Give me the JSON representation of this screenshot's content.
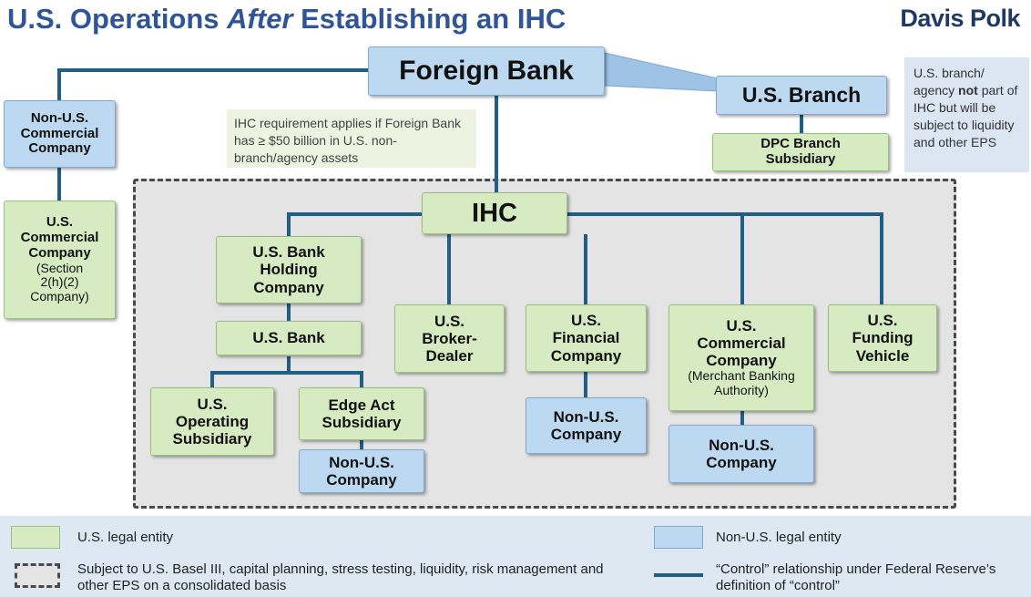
{
  "header": {
    "title_prefix": "U.S. Operations ",
    "title_emph": "After",
    "title_suffix": " Establishing an IHC",
    "brand": "Davis Polk"
  },
  "nodes": {
    "foreign_bank": "Foreign Bank",
    "us_branch": "U.S. Branch",
    "dpc_branch_sub": "DPC Branch\nSubsidiary",
    "nonus_commercial": "Non-U.S.\nCommercial\nCompany",
    "us_commercial_main": "U.S.\nCommercial\nCompany",
    "us_commercial_sub": "(Section\n2(h)(2)\nCompany)",
    "ihc": "IHC",
    "us_bhc": "U.S. Bank\nHolding\nCompany",
    "us_bank": "U.S. Bank",
    "us_operating_sub": "U.S.\nOperating\nSubsidiary",
    "edge_act_sub": "Edge Act\nSubsidiary",
    "nonus_company_edge": "Non-U.S.\nCompany",
    "us_broker_dealer": "U.S.\nBroker-\nDealer",
    "us_financial": "U.S.\nFinancial\nCompany",
    "nonus_company_fin": "Non-U.S.\nCompany",
    "us_commercial_mb_main": "U.S.\nCommercial\nCompany",
    "us_commercial_mb_sub": "(Merchant Banking\nAuthority)",
    "nonus_company_com": "Non-U.S.\nCompany",
    "us_funding": "U.S.\nFunding\nVehicle"
  },
  "notes": {
    "ihc_requirement": "IHC requirement applies if Foreign Bank has ≥ $50 billion in U.S. non-branch/agency assets",
    "branch_note_pre": "U.S. branch/ agency ",
    "branch_note_bold": "not",
    "branch_note_post": " part of IHC but will be subject to liquidity and other EPS"
  },
  "legend": {
    "us_entity": "U.S. legal entity",
    "nonus_entity": "Non-U.S. legal entity",
    "dashed_desc": "Subject to U.S. Basel III, capital planning, stress testing, liquidity, risk management and other EPS on a consolidated basis",
    "control_desc": "“Control” relationship under Federal Reserve’s definition of “control”"
  },
  "colors": {
    "us_entity": "#d7ebc3",
    "nonus_entity": "#bdd9f2",
    "line": "#1f5f86",
    "title": "#2f5597"
  }
}
